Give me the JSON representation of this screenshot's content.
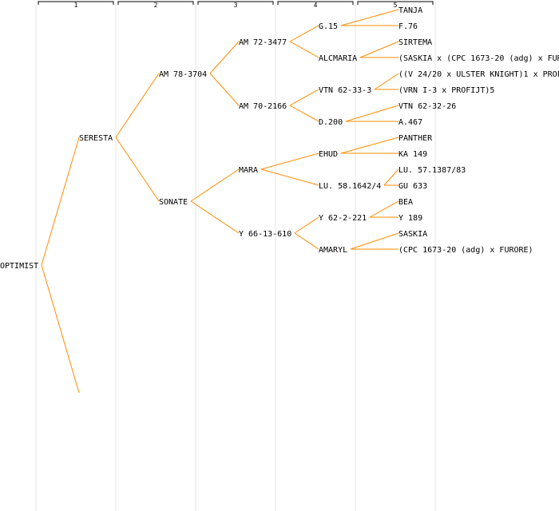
{
  "colors": {
    "connector": "#ff8c00",
    "divider": "#e4e4e4",
    "text": "#000000",
    "background": "#ffffff"
  },
  "generations": [
    "1",
    "2",
    "3",
    "4",
    "5"
  ],
  "tree": {
    "name": "OPTIMIST",
    "children": [
      {
        "name": "SERESTA",
        "children": [
          {
            "name": "AM 78-3704",
            "children": [
              {
                "name": "AM 72-3477",
                "children": [
                  {
                    "name": "G.15",
                    "children": [
                      {
                        "name": "TANJA"
                      },
                      {
                        "name": "F.76"
                      }
                    ]
                  },
                  {
                    "name": "ALCMARIA",
                    "children": [
                      {
                        "name": "SIRTEMA"
                      },
                      {
                        "name": "(SASKIA x (CPC 1673-20 (adg) x FUR"
                      }
                    ]
                  }
                ]
              },
              {
                "name": "AM 70-2166",
                "children": [
                  {
                    "name": "VTN 62-33-3",
                    "children": [
                      {
                        "name": "((V 24/20 x ULSTER KNIGHT)1 x PROF"
                      },
                      {
                        "name": "(VRN I-3 x PROFIJT)5"
                      }
                    ]
                  },
                  {
                    "name": "D.200",
                    "children": [
                      {
                        "name": "VTN 62-32-26"
                      },
                      {
                        "name": "A.467"
                      }
                    ]
                  }
                ]
              }
            ]
          },
          {
            "name": "SONATE",
            "children": [
              {
                "name": "MARA",
                "children": [
                  {
                    "name": "EHUD",
                    "children": [
                      {
                        "name": "PANTHER"
                      },
                      {
                        "name": "KA 149"
                      }
                    ]
                  },
                  {
                    "name": "LU. 58.1642/4",
                    "children": [
                      {
                        "name": "LU. 57.1387/83"
                      },
                      {
                        "name": "GU 633"
                      }
                    ]
                  }
                ]
              },
              {
                "name": "Y 66-13-610",
                "children": [
                  {
                    "name": "Y 62-2-221",
                    "children": [
                      {
                        "name": "BEA"
                      },
                      {
                        "name": "Y 189"
                      }
                    ]
                  },
                  {
                    "name": "AMARYL",
                    "children": [
                      {
                        "name": "SASKIA"
                      },
                      {
                        "name": "(CPC 1673-20 (adg) x FURORE)"
                      }
                    ]
                  }
                ]
              }
            ]
          }
        ]
      },
      {
        "name": ""
      }
    ]
  }
}
